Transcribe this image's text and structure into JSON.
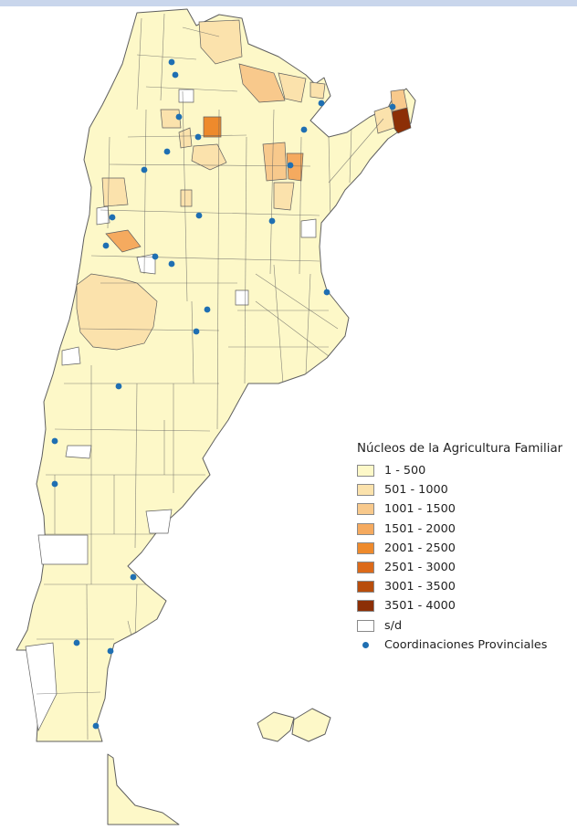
{
  "legend": {
    "title": "Núcleos de la Agricultura Familiar",
    "classes": [
      {
        "label": "1 - 500",
        "color": "#fdf8c8"
      },
      {
        "label": "501 - 1000",
        "color": "#fbe2ac"
      },
      {
        "label": "1001 - 1500",
        "color": "#f8c98c"
      },
      {
        "label": "1501 - 2000",
        "color": "#f5aa5f"
      },
      {
        "label": "2001 - 2500",
        "color": "#ee8a2c"
      },
      {
        "label": "2501 - 3000",
        "color": "#dc6a1a"
      },
      {
        "label": "3001 - 3500",
        "color": "#b84d0c"
      },
      {
        "label": "3501 - 4000",
        "color": "#8c2f06"
      },
      {
        "label": "s/d",
        "color": "#ffffff"
      }
    ],
    "point_label": "Coordinaciones Provinciales",
    "point_color": "#1f6fb2"
  },
  "style": {
    "boundary_color": "#5f5f5f",
    "background": "#ffffff",
    "band_color": "#c9d6ec"
  }
}
